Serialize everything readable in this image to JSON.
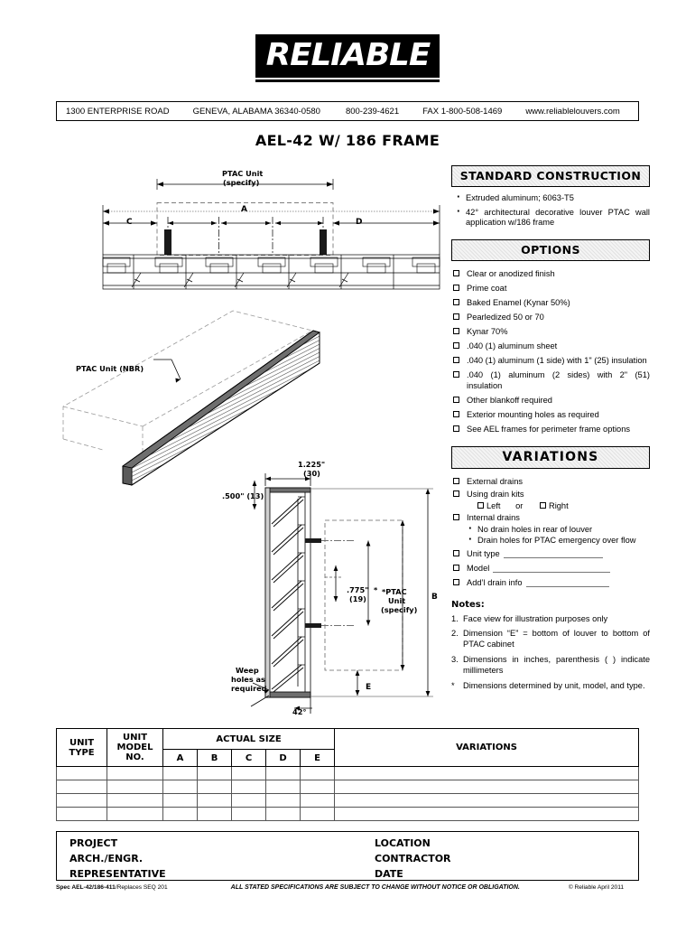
{
  "brand": {
    "logo_text": "RELIABLE"
  },
  "address_bar": {
    "street": "1300 ENTERPRISE ROAD",
    "city_state_zip": "GENEVA, ALABAMA 36340-0580",
    "phone": "800-239-4621",
    "fax": "FAX 1-800-508-1469",
    "website": "www.reliablelouvers.com"
  },
  "doc_title": "AEL-42 W/ 186 FRAME",
  "standard_construction": {
    "heading": "STANDARD CONSTRUCTION",
    "items": [
      "Extruded aluminum; 6063-T5",
      "42° architectural decorative louver PTAC wall application w/186 frame"
    ]
  },
  "options": {
    "heading": "OPTIONS",
    "items": [
      "Clear or anodized finish",
      "Prime coat",
      "Baked Enamel (Kynar 50%)",
      "Pearledized 50 or 70",
      "Kynar 70%",
      ".040  (1) aluminum sheet",
      ".040 (1) aluminum (1 side) with 1\" (25) insulation",
      ".040 (1) aluminum (2 sides) with 2\" (51) insulation",
      "Other blankoff required",
      "Exterior mounting holes as required",
      "See AEL frames for perimeter frame options"
    ]
  },
  "variations": {
    "heading": "VARIATIONS",
    "item_external": "External drains",
    "item_drain_kits": "Using drain kits",
    "opt_left": "Left",
    "opt_or": "or",
    "opt_right": "Right",
    "item_internal": "Internal drains",
    "internal_sub": [
      "No drain holes in rear of louver",
      "Drain holes for PTAC emergency over flow"
    ],
    "item_unit_type": "Unit type",
    "item_model": "Model",
    "item_addl_drain": "Add’l drain info"
  },
  "notes": {
    "title": "Notes:",
    "items": [
      {
        "num": "1.",
        "text": "Face view for illustration purposes only"
      },
      {
        "num": "2.",
        "text": "Dimension “E” = bottom of louver to bottom of PTAC cabinet"
      },
      {
        "num": "3.",
        "text": "Dimensions in inches, parenthesis (      ) indicate millimeters"
      },
      {
        "num": "*",
        "text": "Dimensions determined by unit, model, and type."
      }
    ]
  },
  "drawing_top": {
    "ptac_unit_l1": "PTAC Unit",
    "ptac_unit_l2": "(specify)",
    "dim_a": "A",
    "dim_c": "C",
    "dim_d": "D"
  },
  "drawing_iso": {
    "label": "PTAC Unit (NBR)"
  },
  "drawing_section": {
    "dim_1225_l1": "1.225\"",
    "dim_1225_l2": "(30)",
    "dim_500": ".500\" (13)",
    "dim_775_l1": ".775\"",
    "dim_775_l2": "(19)",
    "star": "*",
    "ptac_l1": "*PTAC",
    "ptac_l2": "Unit",
    "ptac_l3": "(specify)",
    "dim_b": "B",
    "dim_e": "E",
    "angle": "42°",
    "weep_l1": "Weep",
    "weep_l2": "holes as",
    "weep_l3": "required"
  },
  "table": {
    "col_unit_type_l1": "UNIT",
    "col_unit_type_l2": "TYPE",
    "col_model_l1": "UNIT",
    "col_model_l2": "MODEL",
    "col_model_l3": "NO.",
    "group_actual_size": "ACTUAL SIZE",
    "size_cols": [
      "A",
      "B",
      "C",
      "D",
      "E"
    ],
    "col_variations": "VARIATIONS",
    "empty_row_count": 4
  },
  "footer_fields": {
    "project": "PROJECT",
    "arch_engr": "ARCH./ENGR.",
    "representative": "REPRESENTATIVE",
    "location": "LOCATION",
    "contractor": "CONTRACTOR",
    "date": "DATE"
  },
  "bottom_line": {
    "spec_bold": "Spec AEL-42/186-411",
    "spec_thin": "/Replaces SEQ 201",
    "disclaimer": "ALL STATED SPECIFICATIONS ARE SUBJECT TO CHANGE WITHOUT NOTICE OR OBLIGATION.",
    "copyright": "© Reliable April 2011"
  }
}
